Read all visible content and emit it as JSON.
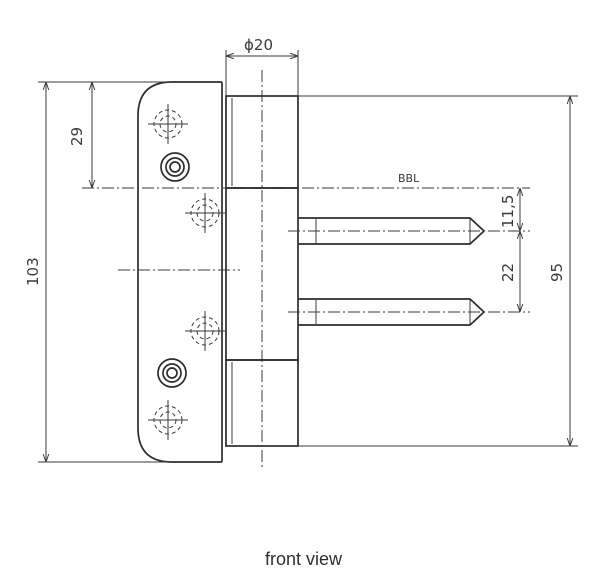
{
  "drawing": {
    "dim_diameter": "ϕ20",
    "dim_29": "29",
    "dim_103": "103",
    "dim_95": "95",
    "dim_11_5": "11,5",
    "dim_22": "22",
    "label_bbl": "BBL"
  },
  "caption": "front view"
}
